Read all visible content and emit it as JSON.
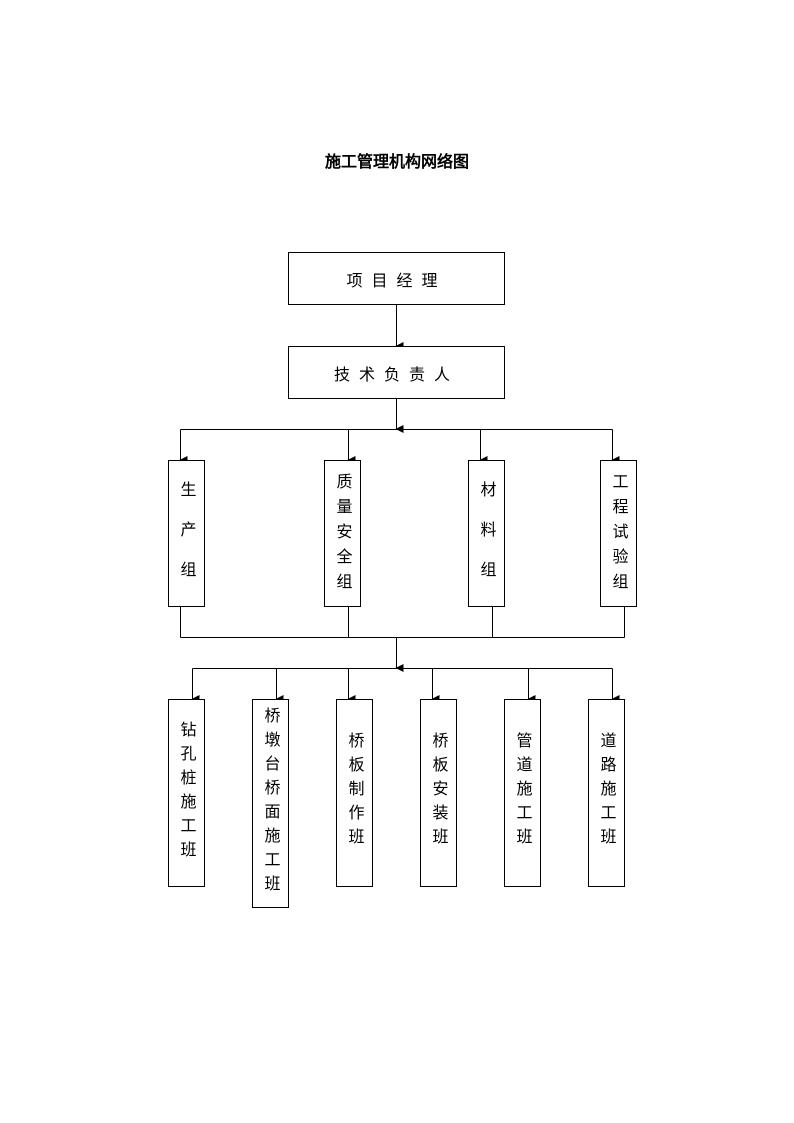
{
  "title": "施工管理机构网络图",
  "top": {
    "manager": "项目经理",
    "tech_lead": "技术负责人"
  },
  "groups": [
    {
      "id": "production",
      "label": "生产组"
    },
    {
      "id": "quality",
      "label": "质量安全组"
    },
    {
      "id": "material",
      "label": "材料组"
    },
    {
      "id": "testing",
      "label": "工程试验组"
    }
  ],
  "teams": [
    {
      "id": "drilling",
      "label": "钻孔桩施工班"
    },
    {
      "id": "pier",
      "label": "桥墩台桥面施工班"
    },
    {
      "id": "slab-make",
      "label": "桥板制作班"
    },
    {
      "id": "slab-install",
      "label": "桥板安装班"
    },
    {
      "id": "pipe",
      "label": "管道施工班"
    },
    {
      "id": "road",
      "label": "道路施工班"
    }
  ]
}
